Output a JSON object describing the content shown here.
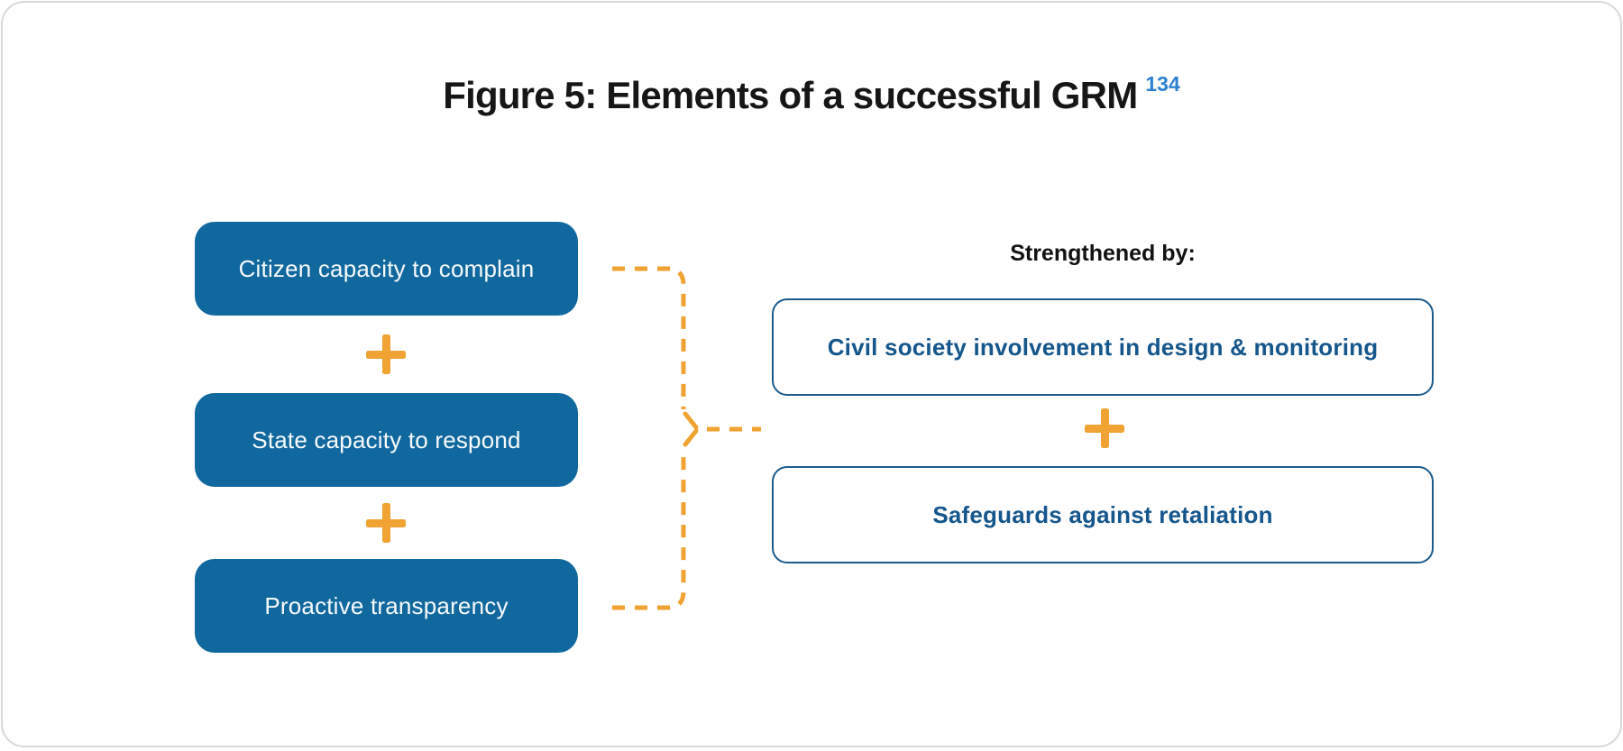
{
  "figure": {
    "title": "Figure 5: Elements of a successful GRM",
    "footnote_ref": "134"
  },
  "left_column": {
    "boxes": [
      {
        "label": "Citizen capacity to complain"
      },
      {
        "label": "State capacity to respond"
      },
      {
        "label": "Proactive transparency"
      }
    ]
  },
  "right_column": {
    "heading": "Strengthened by:",
    "boxes": [
      {
        "label": "Civil society involvement in design & monitoring"
      },
      {
        "label": "Safeguards against retaliation"
      }
    ]
  },
  "icons": {
    "plus_symbol": "+",
    "merge_bracket": "dashed-curly-merge-with-right-arrow"
  },
  "colors": {
    "box_blue": "#11689E",
    "outline_blue": "#1C5A8C",
    "right_text_blue": "#15568C",
    "accent_orange": "#F0A232",
    "superscript_blue": "#2E80D0",
    "title_color": "#161616",
    "heading_color": "#121212",
    "card_border": "#D8D8D8",
    "box_text": "#F7FAFC"
  }
}
